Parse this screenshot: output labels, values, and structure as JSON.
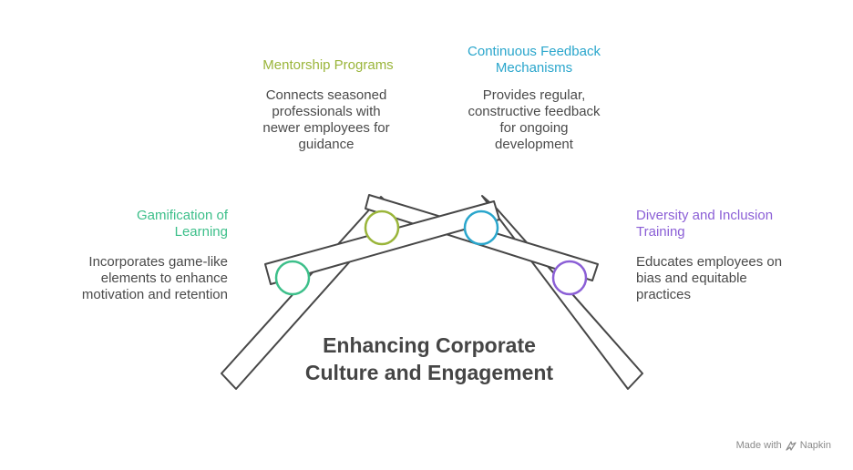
{
  "title": "Enhancing Corporate Culture and Engagement",
  "items": [
    {
      "title": "Gamification of Learning",
      "description": "Incorporates game-like elements to enhance motivation and retention",
      "color": "#3dbf8a"
    },
    {
      "title": "Mentorship Programs",
      "description": "Connects seasoned professionals with newer employees for guidance",
      "color": "#9ab53a"
    },
    {
      "title": "Continuous Feedback Mechanisms",
      "description": "Provides regular, constructive feedback for ongoing development",
      "color": "#2aa6cc"
    },
    {
      "title": "Diversity and Inclusion Training",
      "description": "Educates employees on bias and equitable practices",
      "color": "#8b5fd6"
    }
  ],
  "footer": {
    "made_with": "Made with",
    "brand": "Napkin"
  }
}
